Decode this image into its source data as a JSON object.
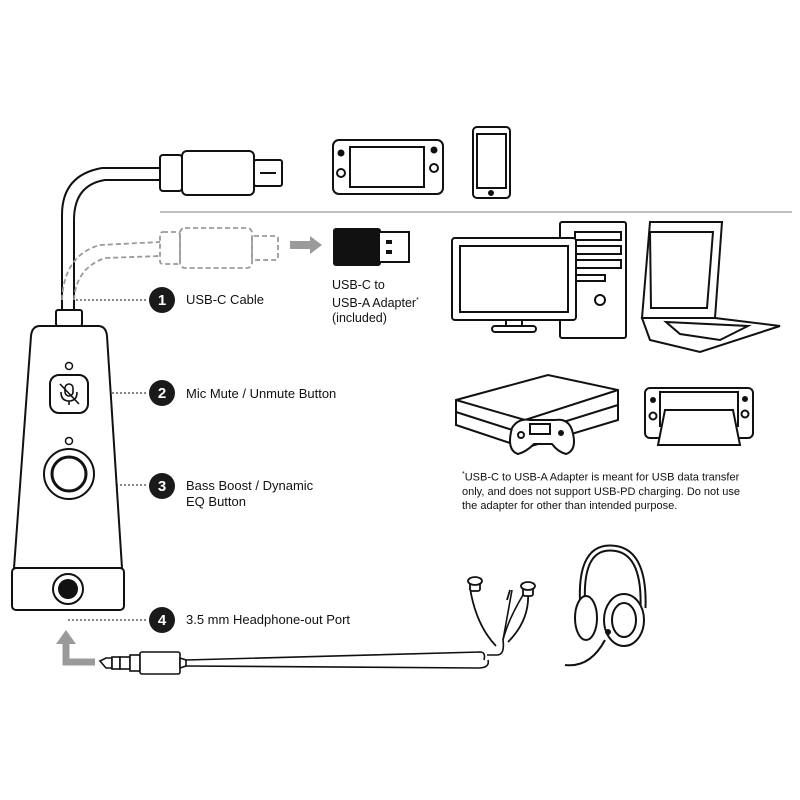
{
  "callouts": [
    {
      "number": "1",
      "lines": [
        "USB-C Cable"
      ]
    },
    {
      "number": "2",
      "lines": [
        "Mic Mute / Unmute Button"
      ]
    },
    {
      "number": "3",
      "lines": [
        "Bass Boost / Dynamic",
        "EQ Button"
      ]
    },
    {
      "number": "4",
      "lines": [
        "3.5 mm Headphone-out Port"
      ]
    }
  ],
  "adapter_label": {
    "line1": "USB-C to",
    "line2": "USB-A Adapter",
    "line2_mark": "*",
    "line3": "(included)"
  },
  "footnote": {
    "mark": "*",
    "line1": "USB-C to USB-A Adapter is meant for USB data transfer",
    "line2": "only, and does not support USB-PD charging. Do not use",
    "line3": "the adapter for other than intended purpose."
  },
  "icons": {
    "mic": "mic-off-icon",
    "devices": [
      "handheld-console-icon",
      "smartphone-icon",
      "desktop-pc-icon",
      "laptop-icon",
      "game-console-icon",
      "docked-console-icon",
      "earphones-icon",
      "headphones-icon"
    ]
  },
  "colors": {
    "line": "#111111",
    "badge": "#1a1a1a",
    "gray_arrow": "#9a9a9a",
    "panel": "#ffffff"
  }
}
